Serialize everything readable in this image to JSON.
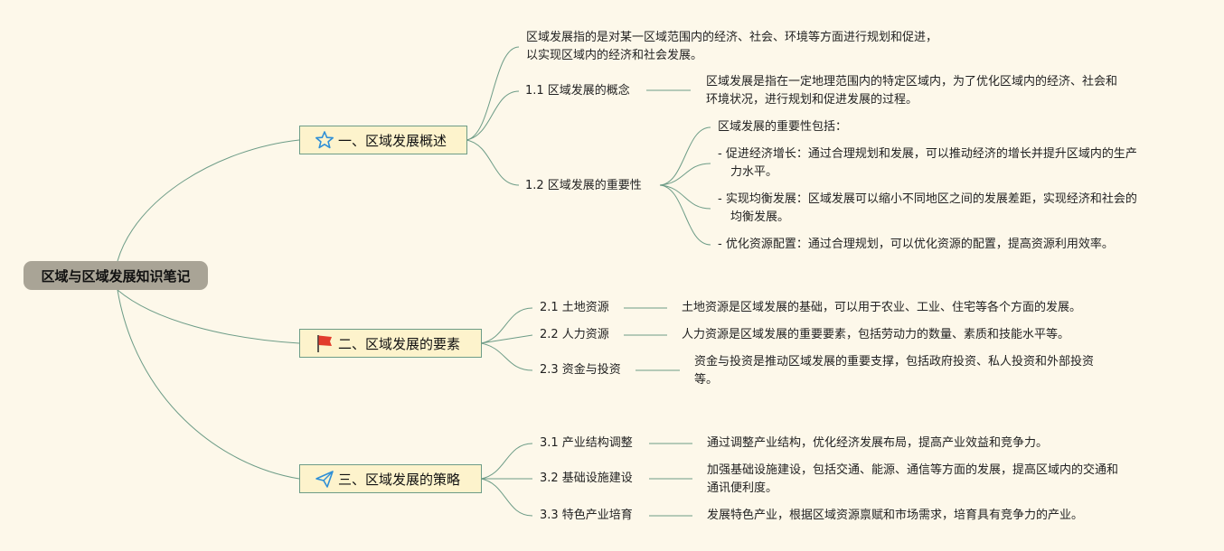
{
  "root": {
    "title": "区域与区域发展知识笔记"
  },
  "branches": [
    {
      "icon": "star-icon",
      "title": "一、区域发展概述",
      "intro": [
        "区域发展指的是对某一区域范围内的经济、社会、环境等方面进行规划和促进，",
        "以实现区域内的经济和社会发展。"
      ],
      "topics": [
        {
          "label": "1.1 区域发展的概念",
          "text": [
            "区域发展是指在一定地理范围内的特定区域内，为了优化区域内的经济、社会和",
            "环境状况，进行规划和促进发展的过程。"
          ]
        },
        {
          "label": "1.2 区域发展的重要性",
          "points": [
            [
              "区域发展的重要性包括："
            ],
            [
              "- 促进经济增长：通过合理规划和发展，可以推动经济的增长并提升区域内的生产",
              "力水平。"
            ],
            [
              "- 实现均衡发展：区域发展可以缩小不同地区之间的发展差距，实现经济和社会的",
              "均衡发展。"
            ],
            [
              "- 优化资源配置：通过合理规划，可以优化资源的配置，提高资源利用效率。"
            ]
          ]
        }
      ]
    },
    {
      "icon": "red-flag-icon",
      "title": "二、区域发展的要素",
      "topics": [
        {
          "label": "2.1 土地资源",
          "text": [
            "土地资源是区域发展的基础，可以用于农业、工业、住宅等各个方面的发展。"
          ]
        },
        {
          "label": "2.2 人力资源",
          "text": [
            "人力资源是区域发展的重要要素，包括劳动力的数量、素质和技能水平等。"
          ]
        },
        {
          "label": "2.3 资金与投资",
          "text": [
            "资金与投资是推动区域发展的重要支撑，包括政府投资、私人投资和外部投资",
            "等。"
          ]
        }
      ]
    },
    {
      "icon": "paper-plane-icon",
      "title": "三、区域发展的策略",
      "topics": [
        {
          "label": "3.1 产业结构调整",
          "text": [
            "通过调整产业结构，优化经济发展布局，提高产业效益和竞争力。"
          ]
        },
        {
          "label": "3.2 基础设施建设",
          "text": [
            "加强基础设施建设，包括交通、能源、通信等方面的发展，提高区域内的交通和",
            "通讯便利度。"
          ]
        },
        {
          "label": "3.3 特色产业培育",
          "text": [
            "发展特色产业，根据区域资源禀赋和市场需求，培育具有竞争力的产业。"
          ]
        }
      ]
    }
  ],
  "colors": {
    "line": "#6d9c87",
    "branch_fill": "#fdf3cc",
    "root_fill": "#a9a496",
    "background": "#fdf8ea"
  }
}
